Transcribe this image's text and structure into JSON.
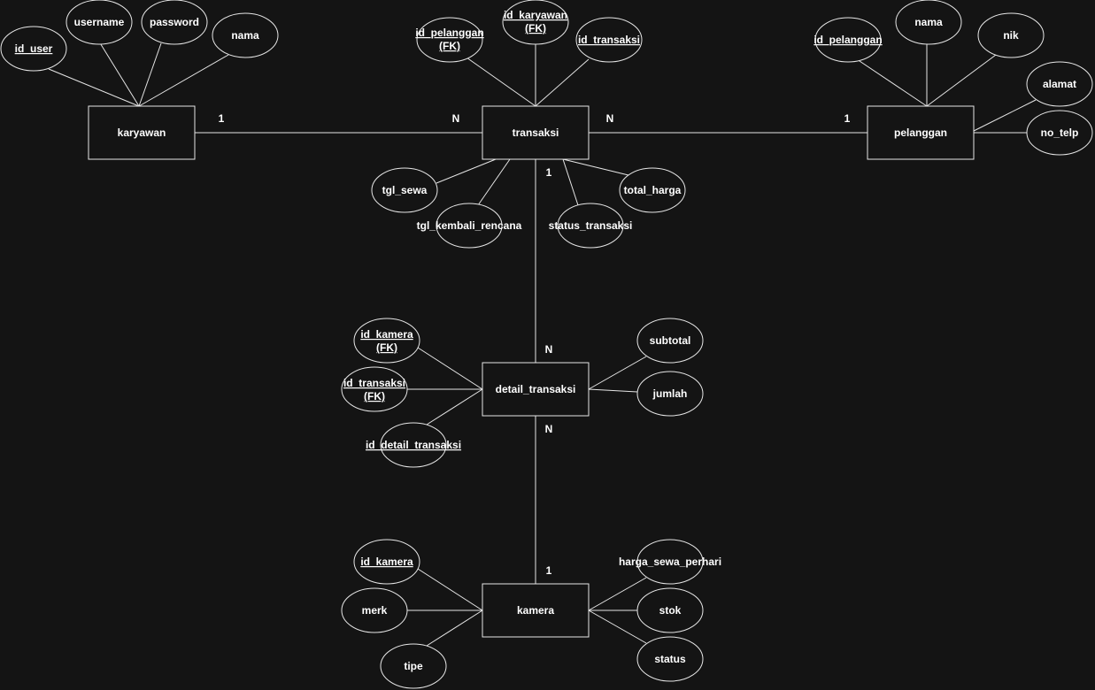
{
  "entities": {
    "karyawan": "karyawan",
    "transaksi": "transaksi",
    "pelanggan": "pelanggan",
    "detail_transaksi": "detail_transaksi",
    "kamera": "kamera"
  },
  "attributes": {
    "karyawan": {
      "id_user": "id_user",
      "username": "username",
      "password": "password",
      "nama": "nama"
    },
    "transaksi": {
      "id_pelanggan_fk": [
        "id_pelanggan",
        "(FK)"
      ],
      "id_karyawan_fk": [
        "id_karyawan",
        "(FK)"
      ],
      "id_transaksi": "id_transaksi",
      "tgl_sewa": "tgl_sewa",
      "tgl_kembali_rencana": "tgl_kembali_rencana",
      "status_transaksi": "status_transaksi",
      "total_harga": "total_harga"
    },
    "pelanggan": {
      "id_pelanggan": "id_pelanggan",
      "nama": "nama",
      "nik": "nik",
      "alamat": "alamat",
      "no_telp": "no_telp"
    },
    "detail_transaksi": {
      "id_kamera_fk": [
        "id_kamera",
        "(FK)"
      ],
      "id_transaksi_fk": [
        "id_transaksi",
        "(FK)"
      ],
      "id_detail_transaksi": "id_detail_transaksi",
      "subtotal": "subtotal",
      "jumlah": "jumlah"
    },
    "kamera": {
      "id_kamera": "id_kamera",
      "merk": "merk",
      "tipe": "tipe",
      "harga_sewa_perhari": "harga_sewa_perhari",
      "stok": "stok",
      "status": "status"
    }
  },
  "cardinalities": {
    "karyawan_side": "1",
    "transaksi_left": "N",
    "transaksi_right": "N",
    "pelanggan_side": "1",
    "transaksi_bottom": "1",
    "detail_top": "N",
    "detail_bottom": "N",
    "kamera_top": "1"
  },
  "colors": {
    "background": "#141414",
    "stroke": "#e6e6e6",
    "text": "#ffffff"
  }
}
